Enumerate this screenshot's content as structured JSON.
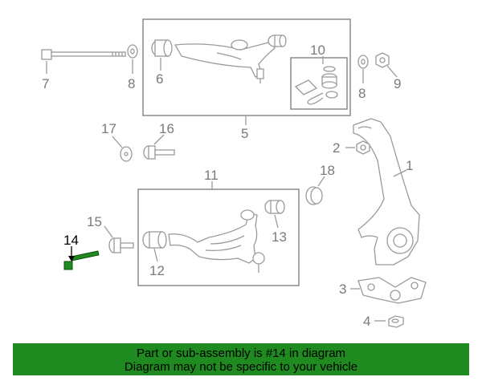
{
  "labels": {
    "p1": "1",
    "p2": "2",
    "p3": "3",
    "p4": "4",
    "p5": "5",
    "p6": "6",
    "p7": "7",
    "p8a": "8",
    "p8b": "8",
    "p9": "9",
    "p10": "10",
    "p11": "11",
    "p12": "12",
    "p13": "13",
    "p14": "14",
    "p15": "15",
    "p16": "16",
    "p17": "17",
    "p18": "18"
  },
  "highlighted_part": "14",
  "colors": {
    "highlight": "#1f8a1f",
    "banner": "#1f8a1f",
    "part_line": "#9a9a9a"
  },
  "banner": {
    "line1": "Part or sub-assembly is #14 in diagram",
    "line2": "Diagram may not be specific to your vehicle"
  }
}
